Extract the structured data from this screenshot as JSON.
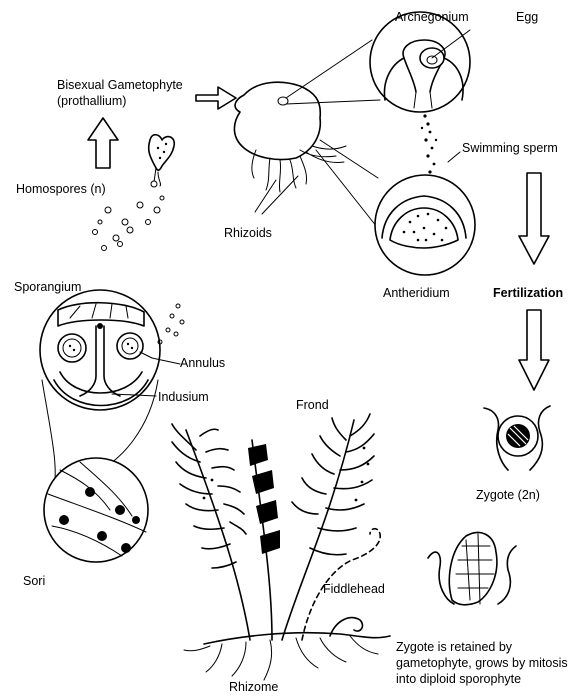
{
  "labels": {
    "archegonium": "Archegonium",
    "egg": "Egg",
    "gametophyte_1": "Bisexual Gametophyte",
    "gametophyte_2": "(prothallium)",
    "swimming_sperm": "Swimming sperm",
    "homospores": "Homospores (n)",
    "rhizoids": "Rhizoids",
    "antheridium": "Antheridium",
    "fertilization": "Fertilization",
    "sporangium": "Sporangium",
    "annulus": "Annulus",
    "indusium": "Indusium",
    "frond": "Frond",
    "zygote": "Zygote (2n)",
    "sori": "Sori",
    "fiddlehead": "Fiddlehead",
    "retained_1": "Zygote is retained by",
    "retained_2": "gametophyte,  grows by mitosis",
    "retained_3": "into diploid sporophyte",
    "rhizome": "Rhizome"
  },
  "colors": {
    "ink": "#000000",
    "background": "#ffffff"
  }
}
